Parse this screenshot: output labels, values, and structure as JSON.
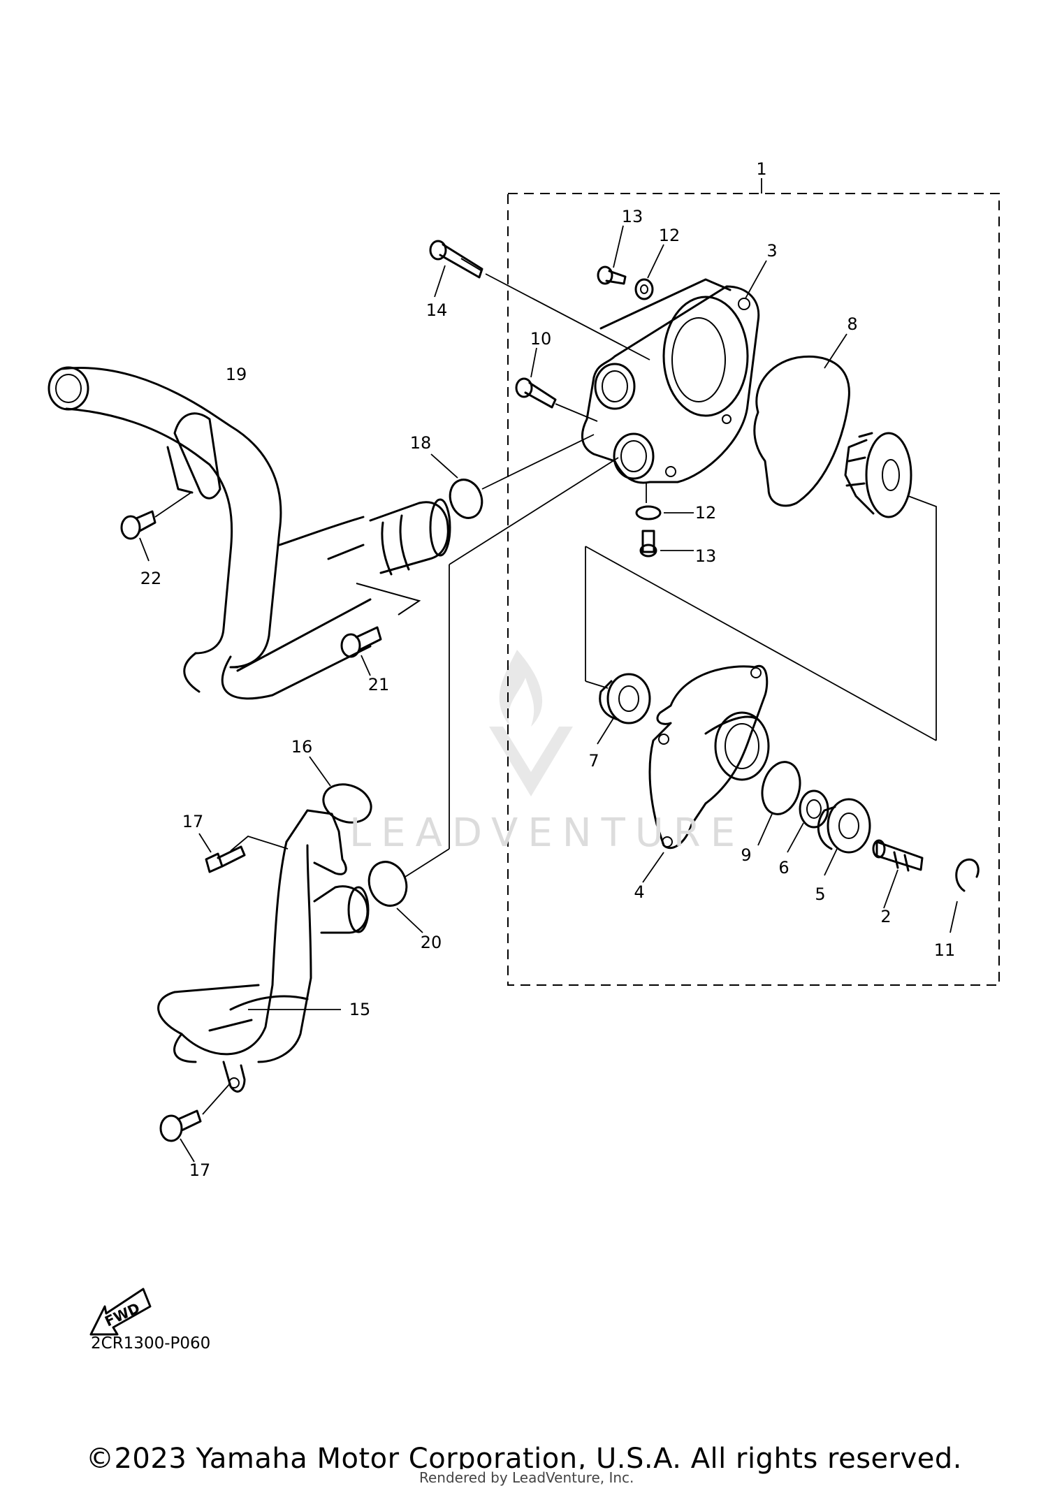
{
  "diagram": {
    "drawing_code": "2CR1300-P060",
    "fwd_label": "FWD",
    "copyright": "©2023 Yamaha Motor Corporation, U.S.A. All rights reserved.",
    "rendered_by": "Rendered by LeadVenture, Inc.",
    "watermark": "LEADVENTURE",
    "callouts": {
      "c1": "1",
      "c2": "2",
      "c3": "3",
      "c4": "4",
      "c5": "5",
      "c6": "6",
      "c7": "7",
      "c8": "8",
      "c9": "9",
      "c10": "10",
      "c11": "11",
      "c12a": "12",
      "c12b": "12",
      "c13a": "13",
      "c13b": "13",
      "c14": "14",
      "c15": "15",
      "c16": "16",
      "c17a": "17",
      "c17b": "17",
      "c18": "18",
      "c19": "19",
      "c20": "20",
      "c21": "21",
      "c22": "22"
    },
    "colors": {
      "line": "#000000",
      "background": "#ffffff",
      "watermark": "#d9d9d9"
    }
  }
}
